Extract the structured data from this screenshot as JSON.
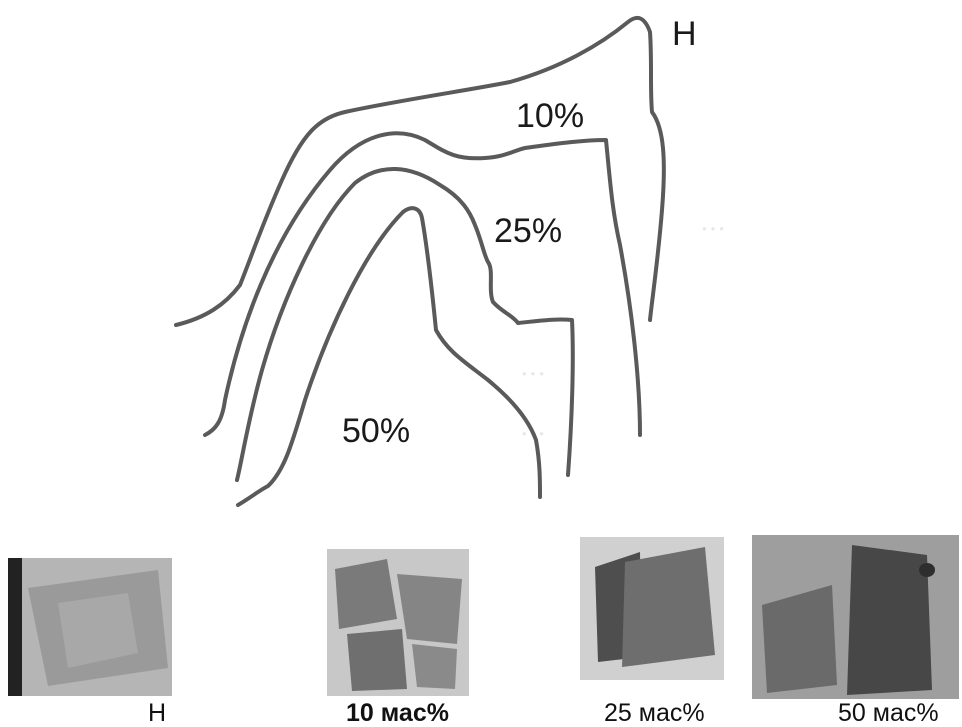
{
  "diagram": {
    "curve_labels": [
      "H",
      "10%",
      "25%",
      "50%"
    ]
  },
  "samples": [
    {
      "caption": "Н",
      "bold": false,
      "tone": "#9a9a9a"
    },
    {
      "caption": "10 мас%",
      "bold": true,
      "tone": "#7a7a7a"
    },
    {
      "caption": "25 мас%",
      "bold": false,
      "tone": "#6e6e6e"
    },
    {
      "caption": "50 мас%",
      "bold": false,
      "tone": "#5a5a5a"
    }
  ]
}
